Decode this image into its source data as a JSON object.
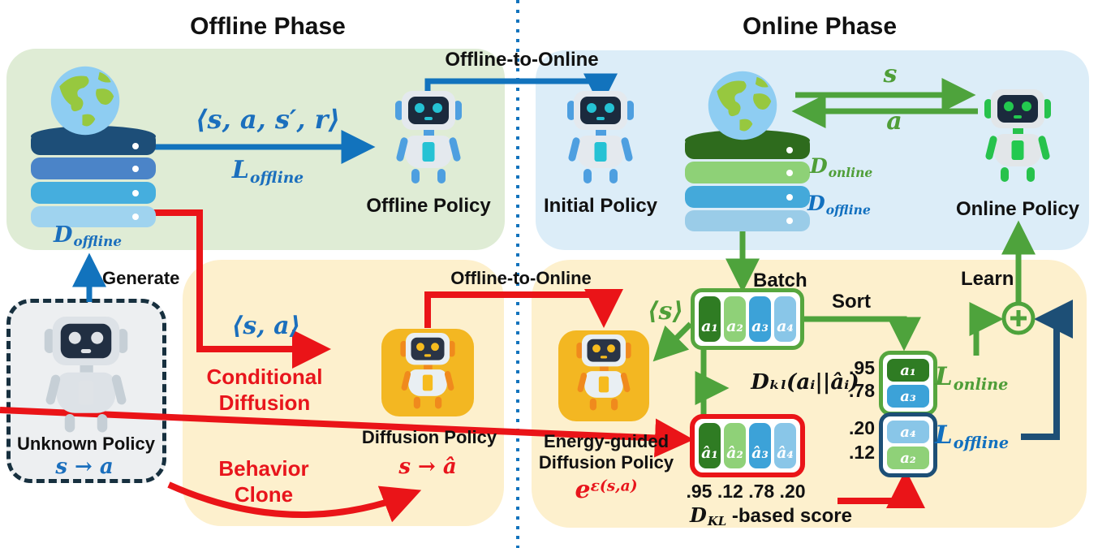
{
  "titles": {
    "offline": "Offline Phase",
    "online": "Online Phase"
  },
  "colors": {
    "offline_panel_bg": "#dfecd5",
    "online_panel_bg": "#dcedf8",
    "diffusion_panel_bg": "#fdf0cd",
    "arrow_blue": "#1273bd",
    "arrow_red": "#ea1418",
    "arrow_green": "#4ea33c",
    "arrow_navy": "#1d4f76",
    "db_offline_layers": [
      "#1d4e78",
      "#4b84c8",
      "#45aede",
      "#9fd3ef"
    ],
    "db_online_layers": [
      "#2e6b1d",
      "#8ed177",
      "#44a9da",
      "#9acce8"
    ],
    "globe_ocean": "#8ecdf2",
    "globe_land": "#97c83f",
    "cell_dark_green": "#2f7c23",
    "cell_light_green": "#8fd178",
    "cell_blue": "#3ca2d8",
    "cell_light_blue": "#89c6e8"
  },
  "offline_panel": {
    "db_label": {
      "base": "D",
      "sub": "offline"
    },
    "transition": "⟨s, a, s′, r⟩",
    "loss": {
      "base": "L",
      "sub": "offline"
    },
    "robot_label": "Offline Policy",
    "to_online": "Offline-to-Online"
  },
  "online_panel": {
    "robot_initial": "Initial Policy",
    "robot_online": "Online Policy",
    "state": "s",
    "action": "a",
    "db_online_label": {
      "base": "D",
      "sub": "online"
    },
    "db_offline_label": {
      "base": "D",
      "sub": "offline"
    }
  },
  "generate_label": "Generate",
  "unknown_policy": {
    "label": "Unknown Policy",
    "map": "s → a"
  },
  "bc_panel": {
    "pair": "⟨s, a⟩",
    "conditional_line1": "Conditional",
    "conditional_line2": "Diffusion",
    "behavior_line1": "Behavior",
    "behavior_line2": "Clone",
    "robot_label": "Diffusion Policy",
    "map": "s → â",
    "to_online": "Offline-to-Online"
  },
  "energy_panel": {
    "batch_label": "Batch",
    "state": "⟨s⟩",
    "cells": [
      "a₁",
      "a₂",
      "a₃",
      "a₄"
    ],
    "hat_cells": [
      "â₁",
      "â₂",
      "â₃",
      "â₄"
    ],
    "sort_label": "Sort",
    "dkl_expr": "Dₖₗ(aᵢ||âᵢ)",
    "scores_row": ".95 .12 .78 .20",
    "score_caption": {
      "base": "D",
      "sub": "KL",
      "rest": " -based score"
    },
    "robot_label_line1": "Energy-guided",
    "robot_label_line2": "Diffusion Policy",
    "energy": {
      "base": "e",
      "sup": "ε(s,a)"
    },
    "learn_label": "Learn",
    "sorted_top": {
      "values": [
        ".95",
        ".78"
      ],
      "cells": [
        "a₁",
        "a₃"
      ],
      "loss": {
        "base": "L",
        "sub": "online"
      }
    },
    "sorted_bottom": {
      "values": [
        ".20",
        ".12"
      ],
      "cells": [
        "a₄",
        "a₂"
      ],
      "loss": {
        "base": "L",
        "sub": "offline"
      }
    }
  }
}
